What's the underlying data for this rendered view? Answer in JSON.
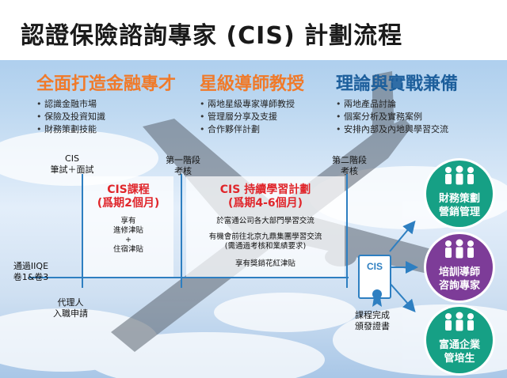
{
  "title": "認證保險諮詢專家 (CIS) 計劃流程",
  "columns": [
    {
      "heading": "全面打造金融專才",
      "color": "#f07a2a",
      "items": [
        "認識金融市場",
        "保險及投資知識",
        "財務策劃技能"
      ]
    },
    {
      "heading": "星級導師教授",
      "color": "#f07a2a",
      "items": [
        "兩地星級專家導師教授",
        "管理層分享及支援",
        "合作夥伴計劃"
      ]
    },
    {
      "heading": "理論與實戰兼備",
      "color": "#1d5f9c",
      "items": [
        "兩地產品討論",
        "個案分析及實務案例",
        "安排內部及內地與學習交流"
      ]
    }
  ],
  "flow": {
    "cis_exam": [
      "CIS",
      "筆試＋面試"
    ],
    "stage1": [
      "第一階段",
      "考核"
    ],
    "stage2": [
      "第二階段",
      "考核"
    ],
    "start": [
      "通過IIQE",
      "卷1&卷3"
    ],
    "join": [
      "代理人",
      "入職申請"
    ],
    "course_title": [
      "CIS課程",
      "(爲期2個月)"
    ],
    "course_details": [
      "享有",
      "進修津貼",
      "+",
      "住宿津貼"
    ],
    "program_title": [
      "CIS 持續學習計劃",
      "(爲期4-6個月)"
    ],
    "program_details": [
      "於富通公司各大部門學習交流",
      "有機會前往北京九鼎集團學習交流",
      "(需通過考核和業績要求)",
      "享有獎銷花紅津貼"
    ],
    "cert_label": "CIS",
    "complete": [
      "課程完成",
      "頒發證書"
    ]
  },
  "outcomes": [
    {
      "lines": [
        "財務策劃",
        "營銷管理"
      ],
      "color": "#16a085"
    },
    {
      "lines": [
        "培訓導師",
        "咨詢專家"
      ],
      "color": "#7d3c98"
    },
    {
      "lines": [
        "富通企業",
        "管培生"
      ],
      "color": "#16a085"
    }
  ]
}
